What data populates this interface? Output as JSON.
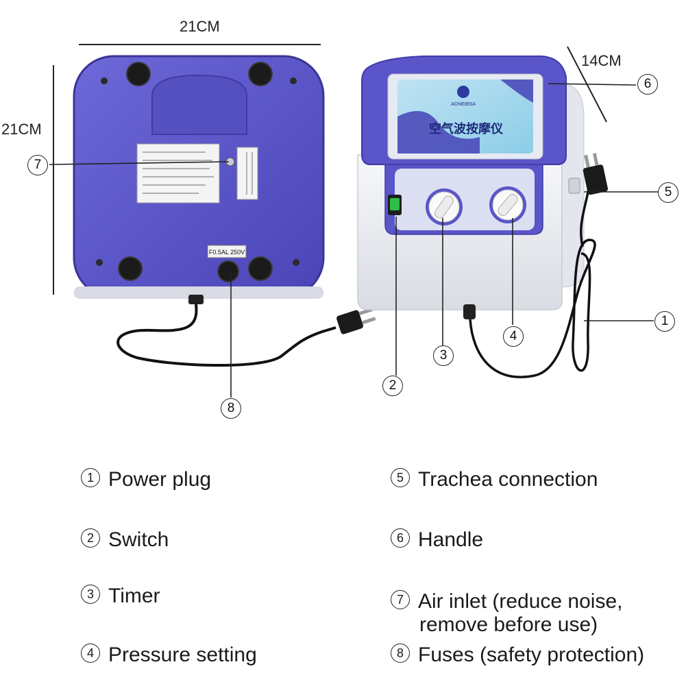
{
  "dimensions": {
    "width_label": "21CM",
    "height_label": "21CM",
    "depth_label": "14CM"
  },
  "device_text": {
    "brand": "AONEIBSA",
    "front_panel_title": "空气波按摩仪",
    "fuse_label": "F0.5AL 250V"
  },
  "callouts": [
    "1",
    "2",
    "3",
    "4",
    "5",
    "6",
    "7",
    "8"
  ],
  "legend": [
    {
      "num": "1",
      "text": "Power plug"
    },
    {
      "num": "2",
      "text": "Switch"
    },
    {
      "num": "3",
      "text": "Timer"
    },
    {
      "num": "4",
      "text": "Pressure setting"
    },
    {
      "num": "5",
      "text": "Trachea connection"
    },
    {
      "num": "6",
      "text": "Handle"
    },
    {
      "num": "7",
      "text": "Air inlet (reduce noise,",
      "text2": "remove before use)"
    },
    {
      "num": "8",
      "text": "Fuses (safety protection)"
    }
  ],
  "colors": {
    "device_blue": "#5a55c8",
    "device_white": "#eef0f4",
    "cable": "#111111"
  }
}
